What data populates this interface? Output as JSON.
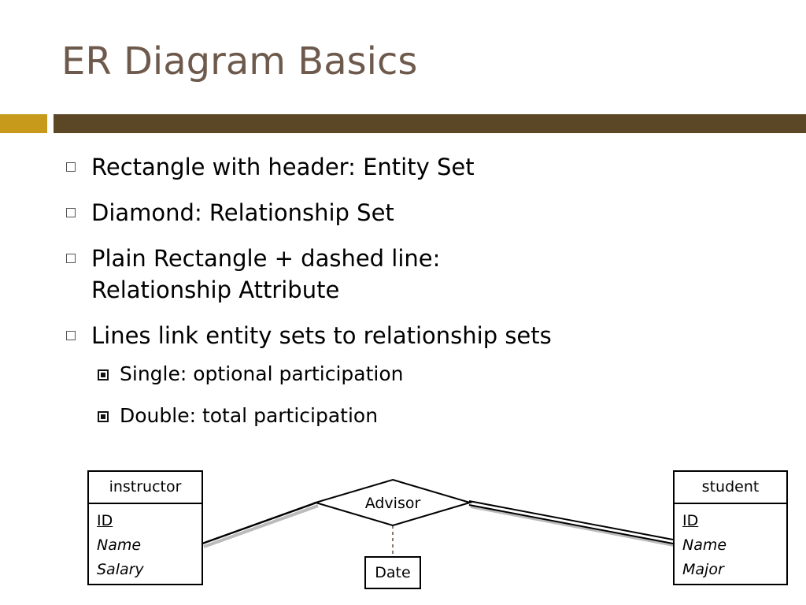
{
  "slide": {
    "title": "ER Diagram Basics",
    "accent_colors": {
      "title": "#6e5a4c",
      "bar_left": "#c79a1b",
      "bar_right": "#5b4626"
    }
  },
  "bullets": [
    {
      "text": "Rectangle with header: Entity Set"
    },
    {
      "text": "Diamond: Relationship Set"
    },
    {
      "line1": "Plain Rectangle + dashed line:",
      "line2": "Relationship Attribute"
    },
    {
      "text": "Lines link entity sets to relationship sets"
    }
  ],
  "sub_bullets": [
    {
      "text": "Single: optional participation"
    },
    {
      "text": "Double: total participation"
    }
  ],
  "diagram": {
    "entity_left": {
      "name": "instructor",
      "attributes": [
        "ID",
        "Name",
        "Salary"
      ]
    },
    "relationship": {
      "name": "Advisor"
    },
    "relationship_attribute": {
      "name": "Date"
    },
    "entity_right": {
      "name": "student",
      "attributes": [
        "ID",
        "Name",
        "Major"
      ]
    }
  }
}
